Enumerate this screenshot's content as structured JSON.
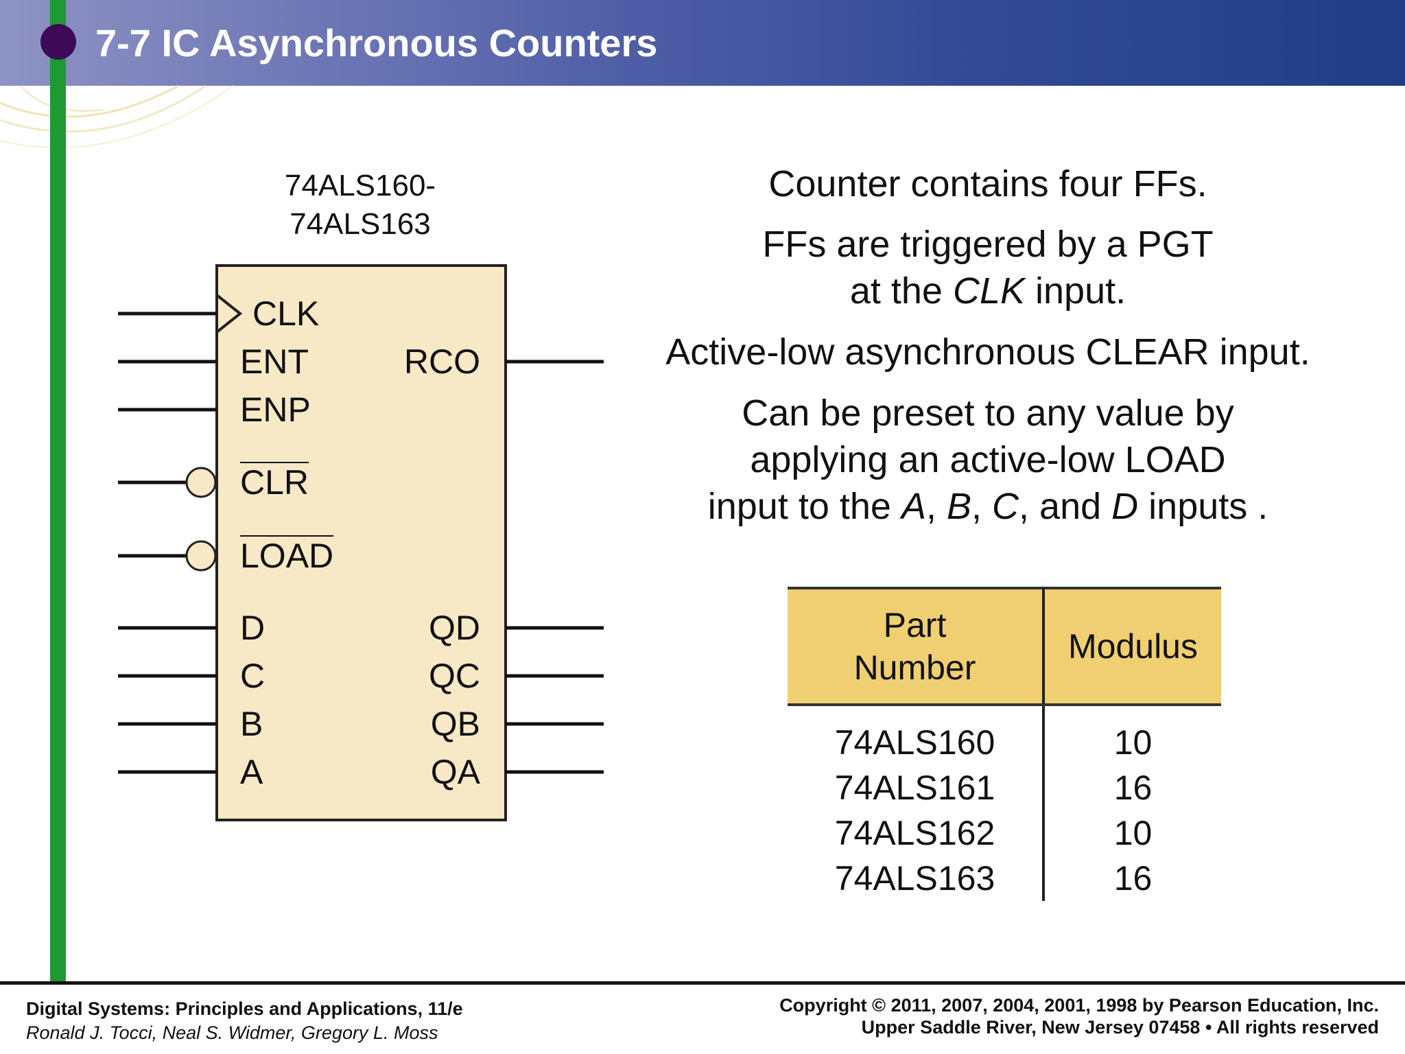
{
  "slide": {
    "title": "7-7 IC Asynchronous Counters"
  },
  "chip": {
    "label_line1": "74ALS160-",
    "label_line2": "74ALS163",
    "left_pins": [
      "CLK",
      "ENT",
      "ENP",
      "CLR",
      "LOAD",
      "D",
      "C",
      "B",
      "A"
    ],
    "right_pins": [
      "RCO",
      "QD",
      "QC",
      "QB",
      "QA"
    ]
  },
  "bullets": {
    "b1": "Counter contains four FFs.",
    "b2_line1": "FFs are triggered by a PGT",
    "b2_line2_pre": "at the ",
    "b2_line2_em": "CLK",
    "b2_line2_post": " input.",
    "b3": "Active-low asynchronous CLEAR input.",
    "b4_line1": "Can be preset to any value by",
    "b4_line2": "applying an active-low LOAD",
    "b4_line3_pre": "input to the ",
    "b4_a": "A",
    "b4_sep1": ", ",
    "b4_b": "B",
    "b4_sep2": ", ",
    "b4_c": "C",
    "b4_sep3": ", and ",
    "b4_d": "D",
    "b4_line3_post": " inputs ."
  },
  "table": {
    "header_part_line1": "Part",
    "header_part_line2": "Number",
    "header_modulus": "Modulus",
    "rows": [
      {
        "part": "74ALS160",
        "modulus": "10"
      },
      {
        "part": "74ALS161",
        "modulus": "16"
      },
      {
        "part": "74ALS162",
        "modulus": "10"
      },
      {
        "part": "74ALS163",
        "modulus": "16"
      }
    ]
  },
  "footer": {
    "book_title": "Digital Systems: Principles and Applications, 11/e",
    "authors": "Ronald J. Tocci, Neal S. Widmer, Gregory L. Moss",
    "copyright": "Copyright © 2011, 2007, 2004, 2001, 1998  by Pearson Education, Inc.",
    "address": "Upper Saddle River, New Jersey 07458 • All rights reserved"
  }
}
